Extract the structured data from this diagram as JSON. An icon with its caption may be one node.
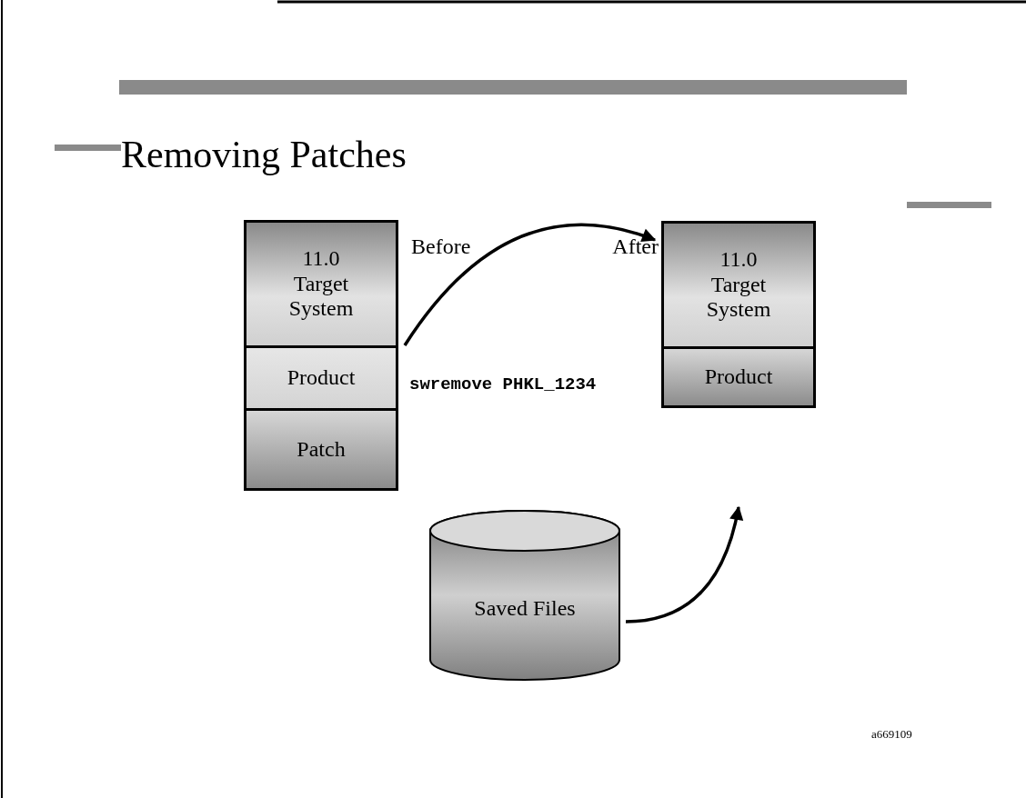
{
  "diagram": {
    "title": "Removing Patches",
    "nodes": [
      {
        "text": [
          "11.0 Target System"
        ],
        "beside": [
          "Before"
        ]
      },
      {
        "text": [
          "Product"
        ]
      },
      {
        "text": [
          "Patch"
        ]
      },
      {
        "text": [
          "11.0 Target System"
        ],
        "beside": [
          "After"
        ]
      },
      {
        "text": [
          "Product"
        ]
      },
      {
        "text": [
          "Saved Files"
        ]
      }
    ],
    "edges": [
      {
        "from": 0,
        "to": 3,
        "arrow": "to",
        "label": "swremove PHKL_1234"
      },
      {
        "from": 5,
        "to": null,
        "arrow": "to"
      }
    ],
    "labels": [
      "a669109"
    ]
  }
}
